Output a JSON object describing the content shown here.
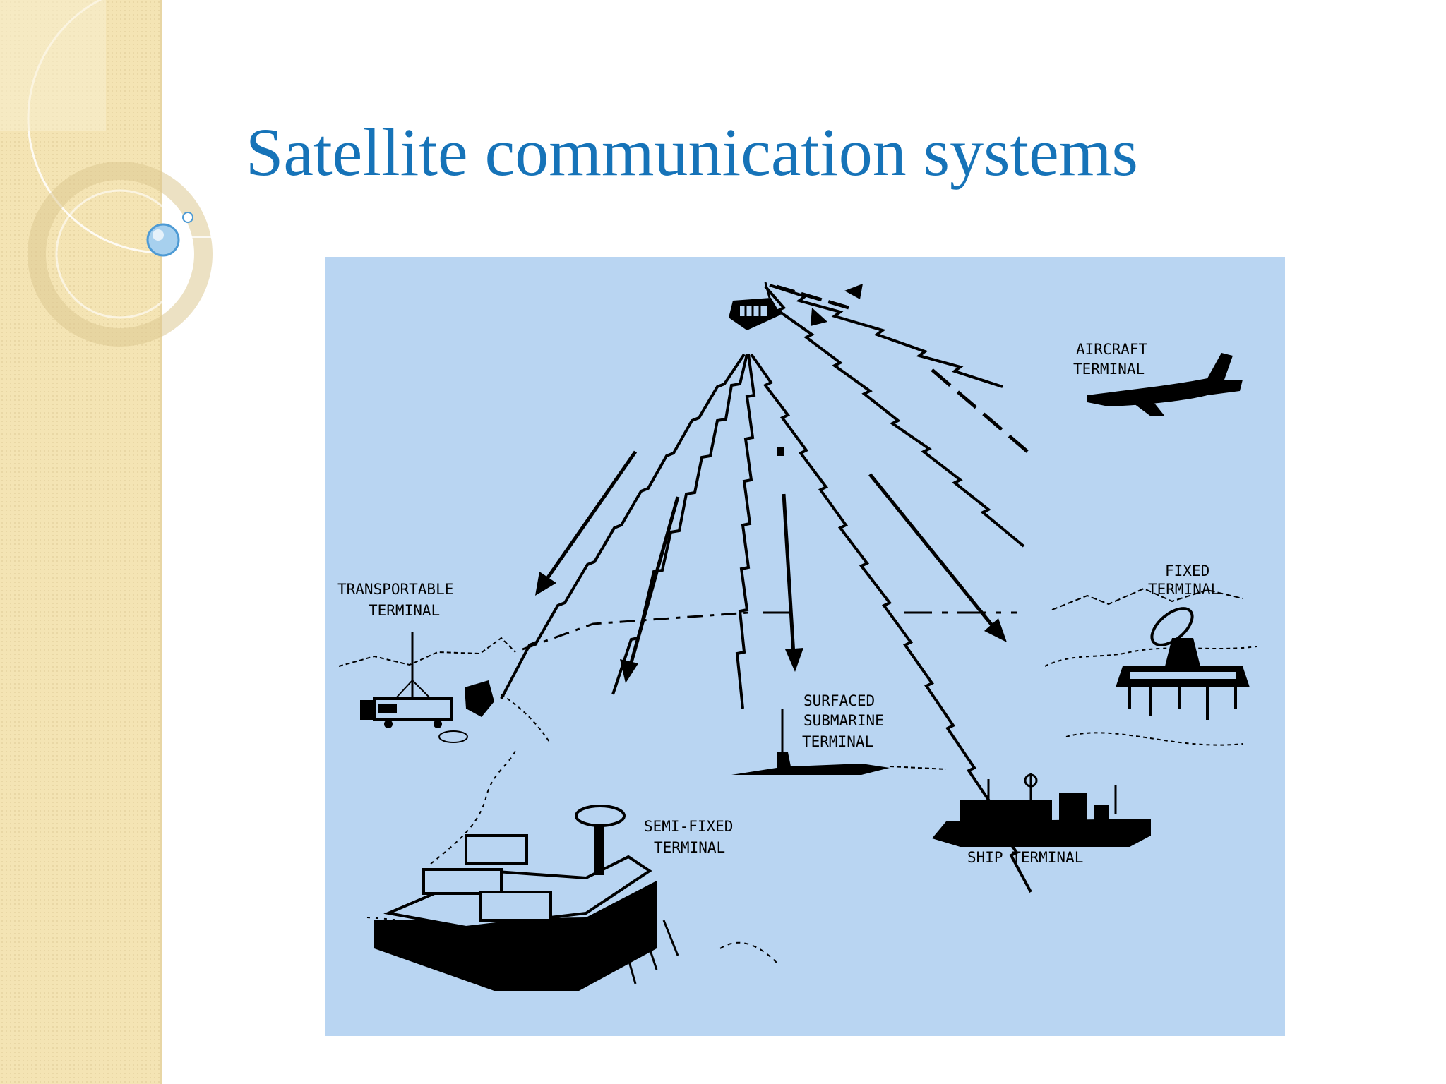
{
  "slide": {
    "title": "Satellite communication systems"
  },
  "diagram": {
    "labels": {
      "aircraft": [
        "AIRCRAFT",
        "TERMINAL"
      ],
      "fixed": [
        "FIXED",
        "TERMINAL"
      ],
      "transportable": [
        "TRANSPORTABLE",
        "TERMINAL"
      ],
      "submarine": [
        "SURFACED",
        "SUBMARINE",
        "TERMINAL"
      ],
      "semi_fixed": [
        "SEMI-FIXED",
        "TERMINAL"
      ],
      "ship": [
        "SHIP TERMINAL"
      ]
    }
  },
  "colors": {
    "title": "#1673b8",
    "diagram_background": "#b9d5f2",
    "sidebar": "#f4e4b4"
  }
}
